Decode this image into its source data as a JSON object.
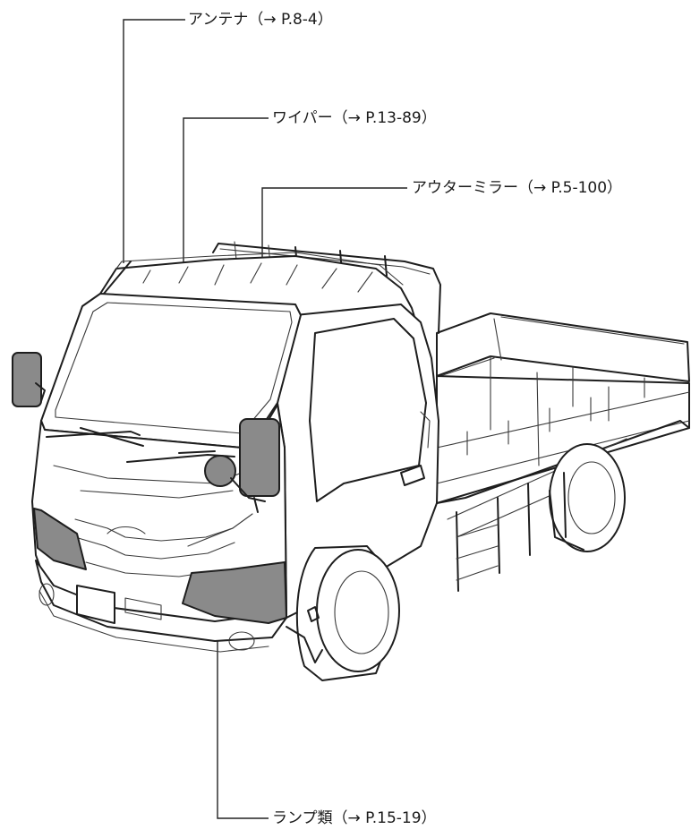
{
  "callouts": {
    "antenna": "アンテナ（→ P.8-4）",
    "wiper": "ワイパー（→ P.13-89）",
    "outer_mirror": "アウターミラー（→ P.5-100）",
    "lamps": "ランプ類（→ P.15-19）"
  },
  "colors": {
    "line": "#222222",
    "highlight": "#8a8a8a",
    "background": "#ffffff"
  }
}
